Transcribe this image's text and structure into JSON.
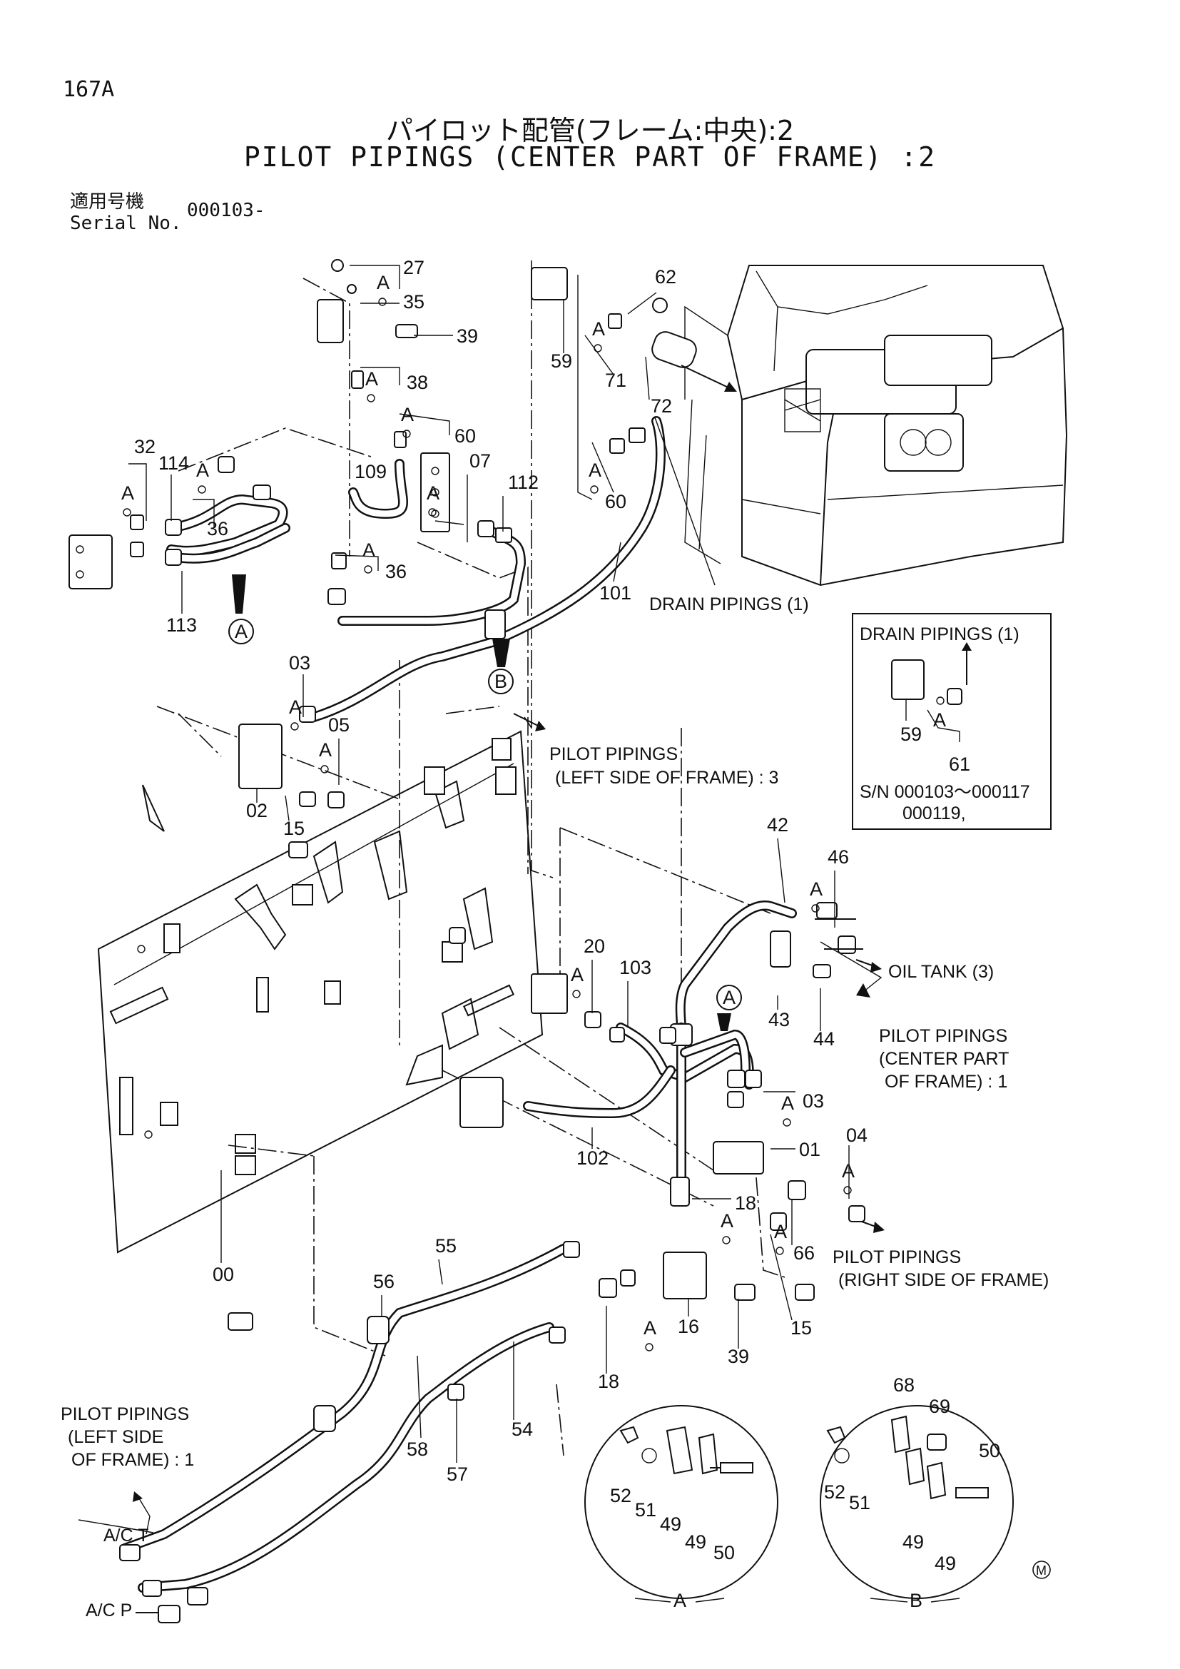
{
  "header": {
    "page_code": "167A",
    "title_jp": "パイロット配管(フレーム:中央):2",
    "title_en": "PILOT PIPINGS (CENTER PART OF FRAME) :2",
    "serial_label_jp": "適用号機",
    "serial_label_en": "Serial No.",
    "serial_value": "000103-"
  },
  "inset": {
    "title": "DRAIN PIPINGS (1)",
    "part_59": "59",
    "part_61": "61",
    "mark_a": "A",
    "serial_line1": "S/N 000103～000117",
    "serial_line2": "000119,"
  },
  "references": {
    "drain": "DRAIN PIPINGS (1)",
    "pilot_left3_l1": "PILOT PIPINGS",
    "pilot_left3_l2": "(LEFT SIDE OF FRAME) : 3",
    "oil_tank": "OIL TANK (3)",
    "pilot_center1_l1": "PILOT PIPINGS",
    "pilot_center1_l2": "(CENTER PART",
    "pilot_center1_l3": "OF FRAME) : 1",
    "pilot_right_l1": "PILOT PIPINGS",
    "pilot_right_l2": "(RIGHT SIDE OF FRAME)",
    "pilot_left1_l1": "PILOT PIPINGS",
    "pilot_left1_l2": "(LEFT SIDE",
    "pilot_left1_l3": "OF FRAME) : 1",
    "ac_t": "A/C  T",
    "ac_p": "A/C  P"
  },
  "detail_a": {
    "label": "A",
    "parts": [
      "52",
      "51",
      "49",
      "49",
      "50"
    ]
  },
  "detail_b": {
    "label": "B",
    "parts": [
      "68",
      "69",
      "50",
      "52",
      "51",
      "49",
      "49"
    ]
  },
  "callouts": {
    "circle_a1": "A",
    "circle_b": "B",
    "circle_a2": "A",
    "mark_a": "A"
  },
  "part_labels": [
    "27",
    "35",
    "39",
    "38",
    "60",
    "109",
    "07",
    "112",
    "36",
    "32",
    "114",
    "36",
    "113",
    "62",
    "59",
    "71",
    "72",
    "60",
    "101",
    "03",
    "05",
    "02",
    "15",
    "42",
    "46",
    "43",
    "44",
    "20",
    "103",
    "03",
    "01",
    "04",
    "102",
    "18",
    "66",
    "15",
    "16",
    "39",
    "18",
    "00",
    "55",
    "56",
    "54",
    "58",
    "57"
  ],
  "footer": {
    "symbol": "M"
  }
}
